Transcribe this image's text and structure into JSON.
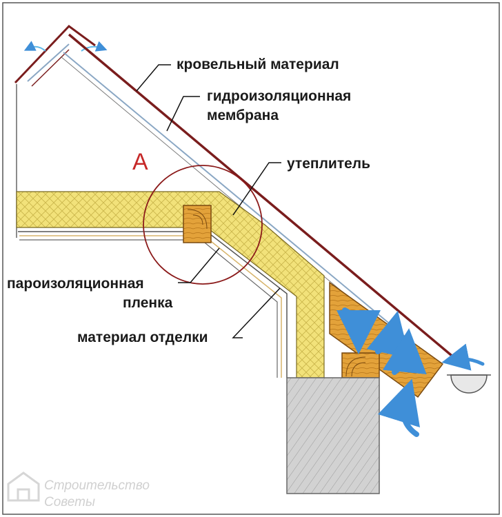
{
  "labels": {
    "roofing": "кровельный материал",
    "membrane_line1": "гидроизоляционная",
    "membrane_line2": "мембрана",
    "insulation": "утеплитель",
    "vapor_line1": "пароизоляционная",
    "vapor_line2": "пленка",
    "finish": "материал отделки",
    "detail": "А"
  },
  "watermark": {
    "line1": "Строительство",
    "line2": "Советы"
  },
  "colors": {
    "insulation_fill": "#f2e27a",
    "timber_fill": "#e3a23a",
    "roof_line": "#7a1d1d",
    "membrane_line": "#8aa7c4",
    "airflow": "#3f8fd8",
    "detail_circle": "#8b1a1a",
    "masonry": "#c9c9c9"
  }
}
